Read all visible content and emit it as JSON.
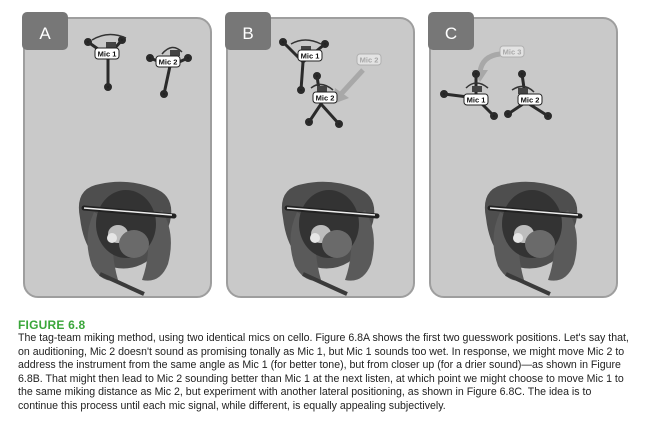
{
  "panels": [
    {
      "letter": "A",
      "mics": [
        "Mic 1",
        "Mic 2"
      ],
      "ghost": ""
    },
    {
      "letter": "B",
      "mics": [
        "Mic 1",
        "Mic 2"
      ],
      "ghost": "Mic 2"
    },
    {
      "letter": "C",
      "mics": [
        "Mic 1",
        "Mic 2"
      ],
      "ghost": "Mic 3"
    }
  ],
  "caption": {
    "title": "FIGURE 6.8",
    "body": "The tag-team miking method, using two identical mics on cello. Figure 6.8A shows the first two guesswork positions. Let's say that, on auditioning, Mic 2 doesn't sound as promising tonally as Mic 1, but Mic 1 sounds too wet. In response, we might move Mic 2 to address the instrument from the same angle as Mic 1 (for better tone), but from closer up (for a drier sound)—as shown in Figure 6.8B. That might then lead to Mic 2 sounding better than Mic 1 at the next listen, at which point we might choose to move Mic 1 to the same miking distance as Mic 2, but experiment with another lateral positioning, as shown in Figure 6.8C. The idea is to continue this process until each mic signal, while different, is equally appealing subjectively."
  },
  "colors": {
    "panel_bg": "#c9c9c9",
    "tab_bg": "#767676",
    "caption_title": "#3aa63a"
  }
}
